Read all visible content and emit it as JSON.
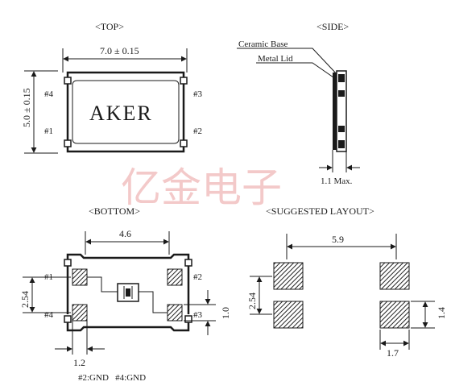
{
  "views": {
    "top": {
      "title": "<TOP>",
      "width_dim": "7.0 ± 0.15",
      "height_dim": "5.0 ± 0.15",
      "brand": "AKER",
      "pins": {
        "p1": "#1",
        "p2": "#2",
        "p3": "#3",
        "p4": "#4"
      }
    },
    "side": {
      "title": "<SIDE>",
      "ceramic_label": "Ceramic Base",
      "metal_label": "Metal Lid",
      "thickness_dim": "1.1 Max."
    },
    "bottom": {
      "title": "<BOTTOM>",
      "pad_pitch_dim": "4.6",
      "vertical_pitch_dim": "2.54",
      "pad_height_dim": "1.0",
      "pad_width_dim": "1.2",
      "pins": {
        "p1": "#1",
        "p2": "#2",
        "p3": "#3",
        "p4": "#4"
      },
      "note": "#2:GND   #4:GND"
    },
    "layout": {
      "title": "<SUGGESTED LAYOUT>",
      "span_dim": "5.9",
      "vertical_pitch_dim": "2.54",
      "pad_height_dim": "1.4",
      "pad_width_dim": "1.7"
    }
  },
  "watermark": "亿金电子"
}
